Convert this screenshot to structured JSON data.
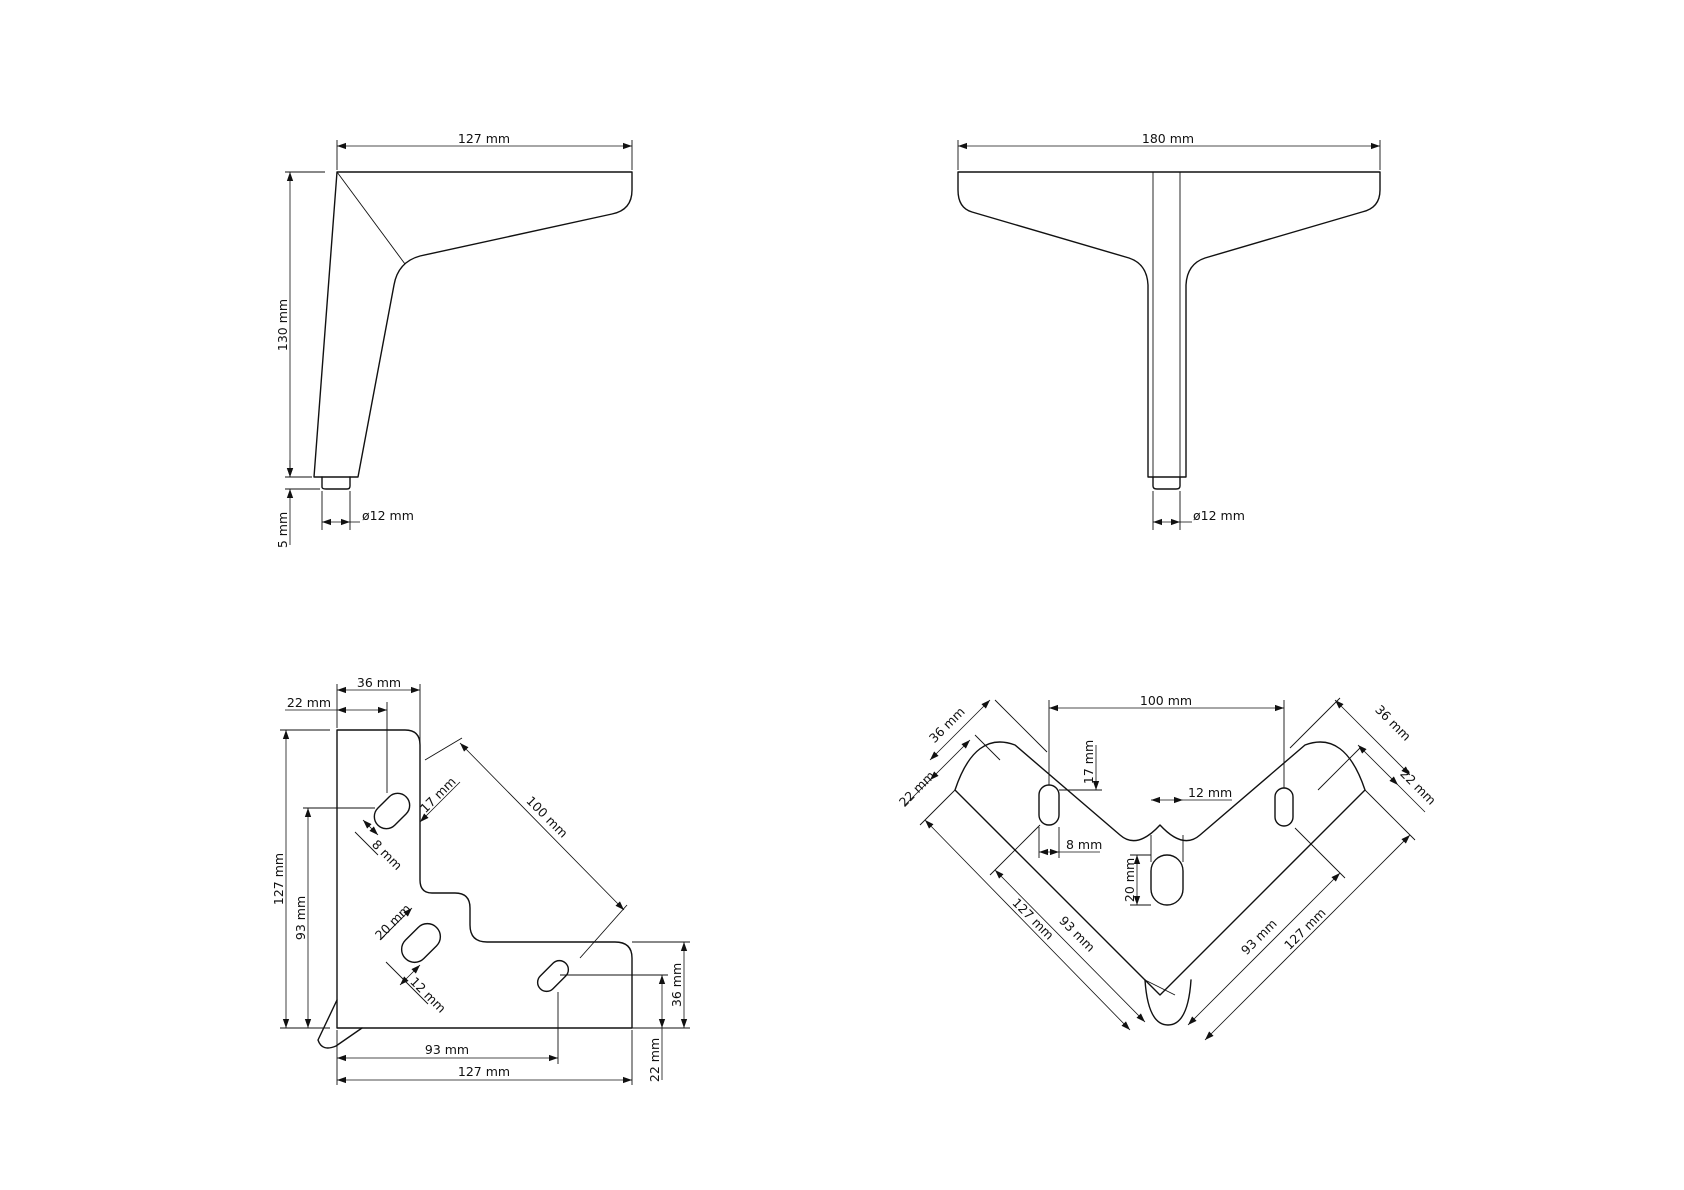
{
  "colors": {
    "background": "#ffffff",
    "line": "#111111"
  },
  "views": {
    "side": {
      "width": "127 mm",
      "height": "130 mm",
      "pin_height": "5 mm",
      "pin_diameter": "ø12 mm"
    },
    "front": {
      "width": "180 mm",
      "pin_diameter": "ø12 mm"
    },
    "top": {
      "slot_offset_22": "22 mm",
      "slot_offset_36": "36 mm",
      "side_127": "127 mm",
      "hole_93": "93 mm",
      "slot_17": "17 mm",
      "slot_8": "8 mm",
      "diag_100": "100 mm",
      "hole_20": "20 mm",
      "hole_12": "12 mm",
      "right_36": "36 mm",
      "right_22": "22 mm",
      "bottom_93": "93 mm",
      "bottom_127": "127 mm"
    },
    "rotated": {
      "top_100": "100 mm",
      "left_36": "36 mm",
      "left_22": "22 mm",
      "slot_17": "17 mm",
      "slot_8": "8 mm",
      "center_12": "12 mm",
      "center_20": "20 mm",
      "left_127": "127 mm",
      "left_93": "93 mm",
      "right_36": "36 mm",
      "right_22": "22 mm",
      "right_93": "93 mm",
      "right_127": "127 mm"
    }
  }
}
